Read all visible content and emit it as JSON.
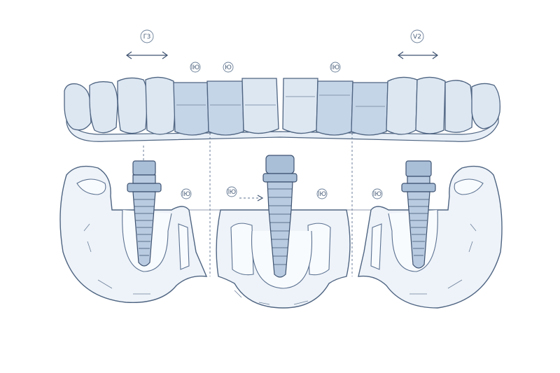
{
  "labels": {
    "top_left": "Γ3",
    "top_right": "V2",
    "tooth_label_1": "lЮ",
    "tooth_label_2": "Ю",
    "tooth_label_3": "lЮ",
    "jaw_label_left": "lЮ",
    "jaw_label_center_left": "lЮ",
    "jaw_label_center_right": "lЮ",
    "jaw_label_right": "lЮ"
  },
  "colors": {
    "ink": "#4f6582",
    "tooth_fill": "#dde7f2",
    "implant_fill": "#b9cbe0",
    "background": "#ffffff"
  },
  "icons": {
    "double_arrow": "double-arrow-icon"
  }
}
